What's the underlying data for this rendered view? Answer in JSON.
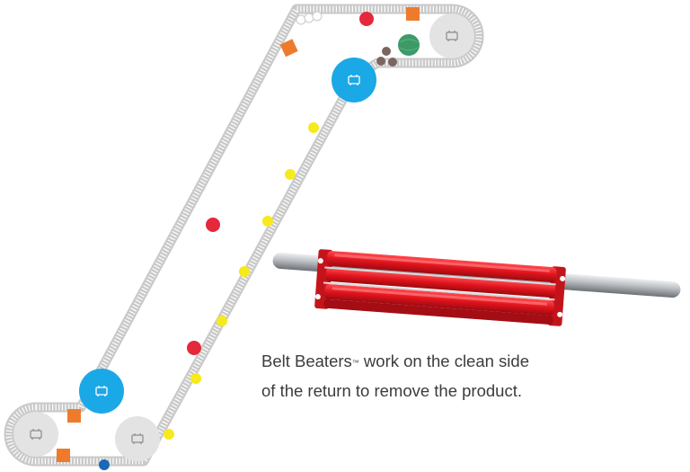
{
  "caption": {
    "line1_before": "Belt Beaters",
    "trademark": "™",
    "line1_after": " work on the clean side",
    "line2": "of the return to remove the product."
  },
  "colors": {
    "background": "#ffffff",
    "belt_edge": "#c9c9c9",
    "belt_fill": "#ffffff",
    "pulley_gray": "#e3e3e3",
    "pulley_blue": "#1ba8e6",
    "beater_red": "#e0131c",
    "shaft": "#a8acb0",
    "product_red": "#e5283b",
    "product_orange": "#ee7b2c",
    "product_yellow": "#f6ea1c",
    "product_green": "#3d9a67",
    "product_brown": "#7a6560",
    "product_blue": "#1a69b8",
    "caption_text": "#3c3c3c"
  },
  "icons": {
    "pulley_glyph": "motor-icon",
    "belt_beater": "belt-beater-roller-icon"
  }
}
